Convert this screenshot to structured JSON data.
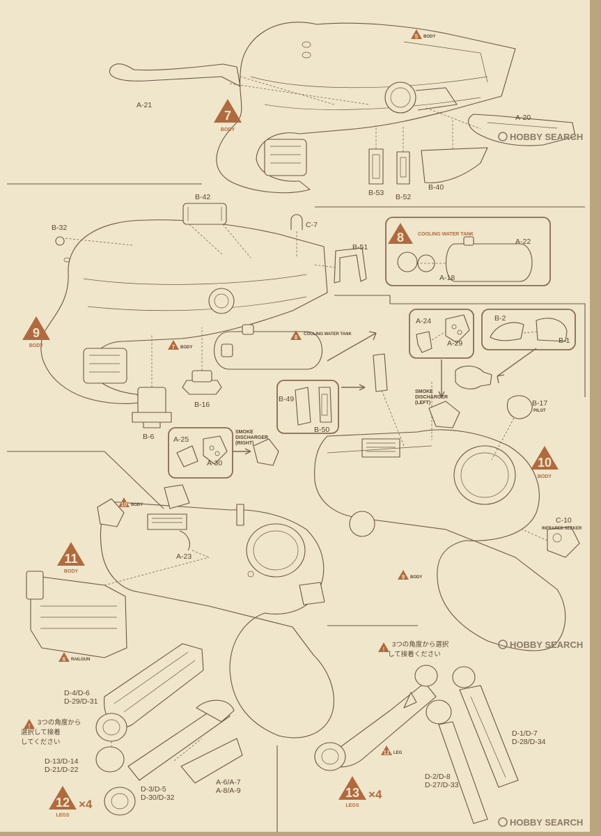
{
  "steps": [
    {
      "number": "7",
      "label": "BODY"
    },
    {
      "number": "8",
      "label": "COOLING WATER TANK"
    },
    {
      "number": "9",
      "label": "BODY"
    },
    {
      "number": "10",
      "label": "BODY"
    },
    {
      "number": "11",
      "label": "BODY"
    },
    {
      "number": "12",
      "label": "LEGS",
      "multiplier": "×4"
    },
    {
      "number": "13",
      "label": "LEGS",
      "multiplier": "×4"
    }
  ],
  "references": {
    "ref_5_body": {
      "number": "5",
      "label": "BODY"
    },
    "ref_8_tank": {
      "number": "8",
      "label": "COOLING WATER TANK"
    },
    "ref_7_body": {
      "number": "7",
      "label": "BODY"
    },
    "ref_10_body": {
      "number": "10",
      "label": "BODY"
    },
    "ref_9_body": {
      "number": "9",
      "label": "BODY"
    },
    "ref_6_railgun": {
      "number": "6",
      "label": "RAILGUN"
    },
    "ref_12_leg": {
      "number": "12",
      "label": "LEG"
    }
  },
  "parts": {
    "a21": "A-21",
    "a20": "A-20",
    "b53": "B-53",
    "b52": "B-52",
    "b40": "B-40",
    "b42": "B-42",
    "b32": "B-32",
    "c7": "C-7",
    "b51": "B-51",
    "a22": "A-22",
    "a18": "A-18",
    "a24": "A-24",
    "a29": "A-29",
    "b2": "B-2",
    "b1": "B-1",
    "b16": "B-16",
    "b6": "B-6",
    "b49": "B-49",
    "b50": "B-50",
    "a25": "A-25",
    "a30": "A-30",
    "b17": "B-17",
    "b17_sub": "PILOT",
    "c10": "C-10",
    "c10_sub": "INFRARED SEEKER",
    "a23": "A-23",
    "smoke_right": [
      "SMOKE",
      "DISCHARGER",
      "(RIGHT)"
    ],
    "smoke_left": [
      "SMOKE",
      "DISCHARGER",
      "(LEFT)"
    ],
    "legs12": {
      "upper": [
        "D-4/D-6",
        "D-29/D-31"
      ],
      "mid": [
        "D-13/D-14",
        "D-21/D-22"
      ],
      "lower": [
        "D-3/D-5",
        "D-30/D-32"
      ],
      "armor": [
        "A-6/A-7",
        "A-8/A-9"
      ]
    },
    "legs13": {
      "upper": [
        "D-1/D-7",
        "D-28/D-34"
      ],
      "lower": [
        "D-2/D-8",
        "D-27/D-33"
      ]
    }
  },
  "notes": {
    "angle_note_12": [
      "3つの角度から",
      "選択して接着",
      "してください"
    ],
    "angle_note_13": [
      "3つの角度から選択",
      "して接着ください"
    ]
  },
  "watermark": "HOBBY SEARCH"
}
